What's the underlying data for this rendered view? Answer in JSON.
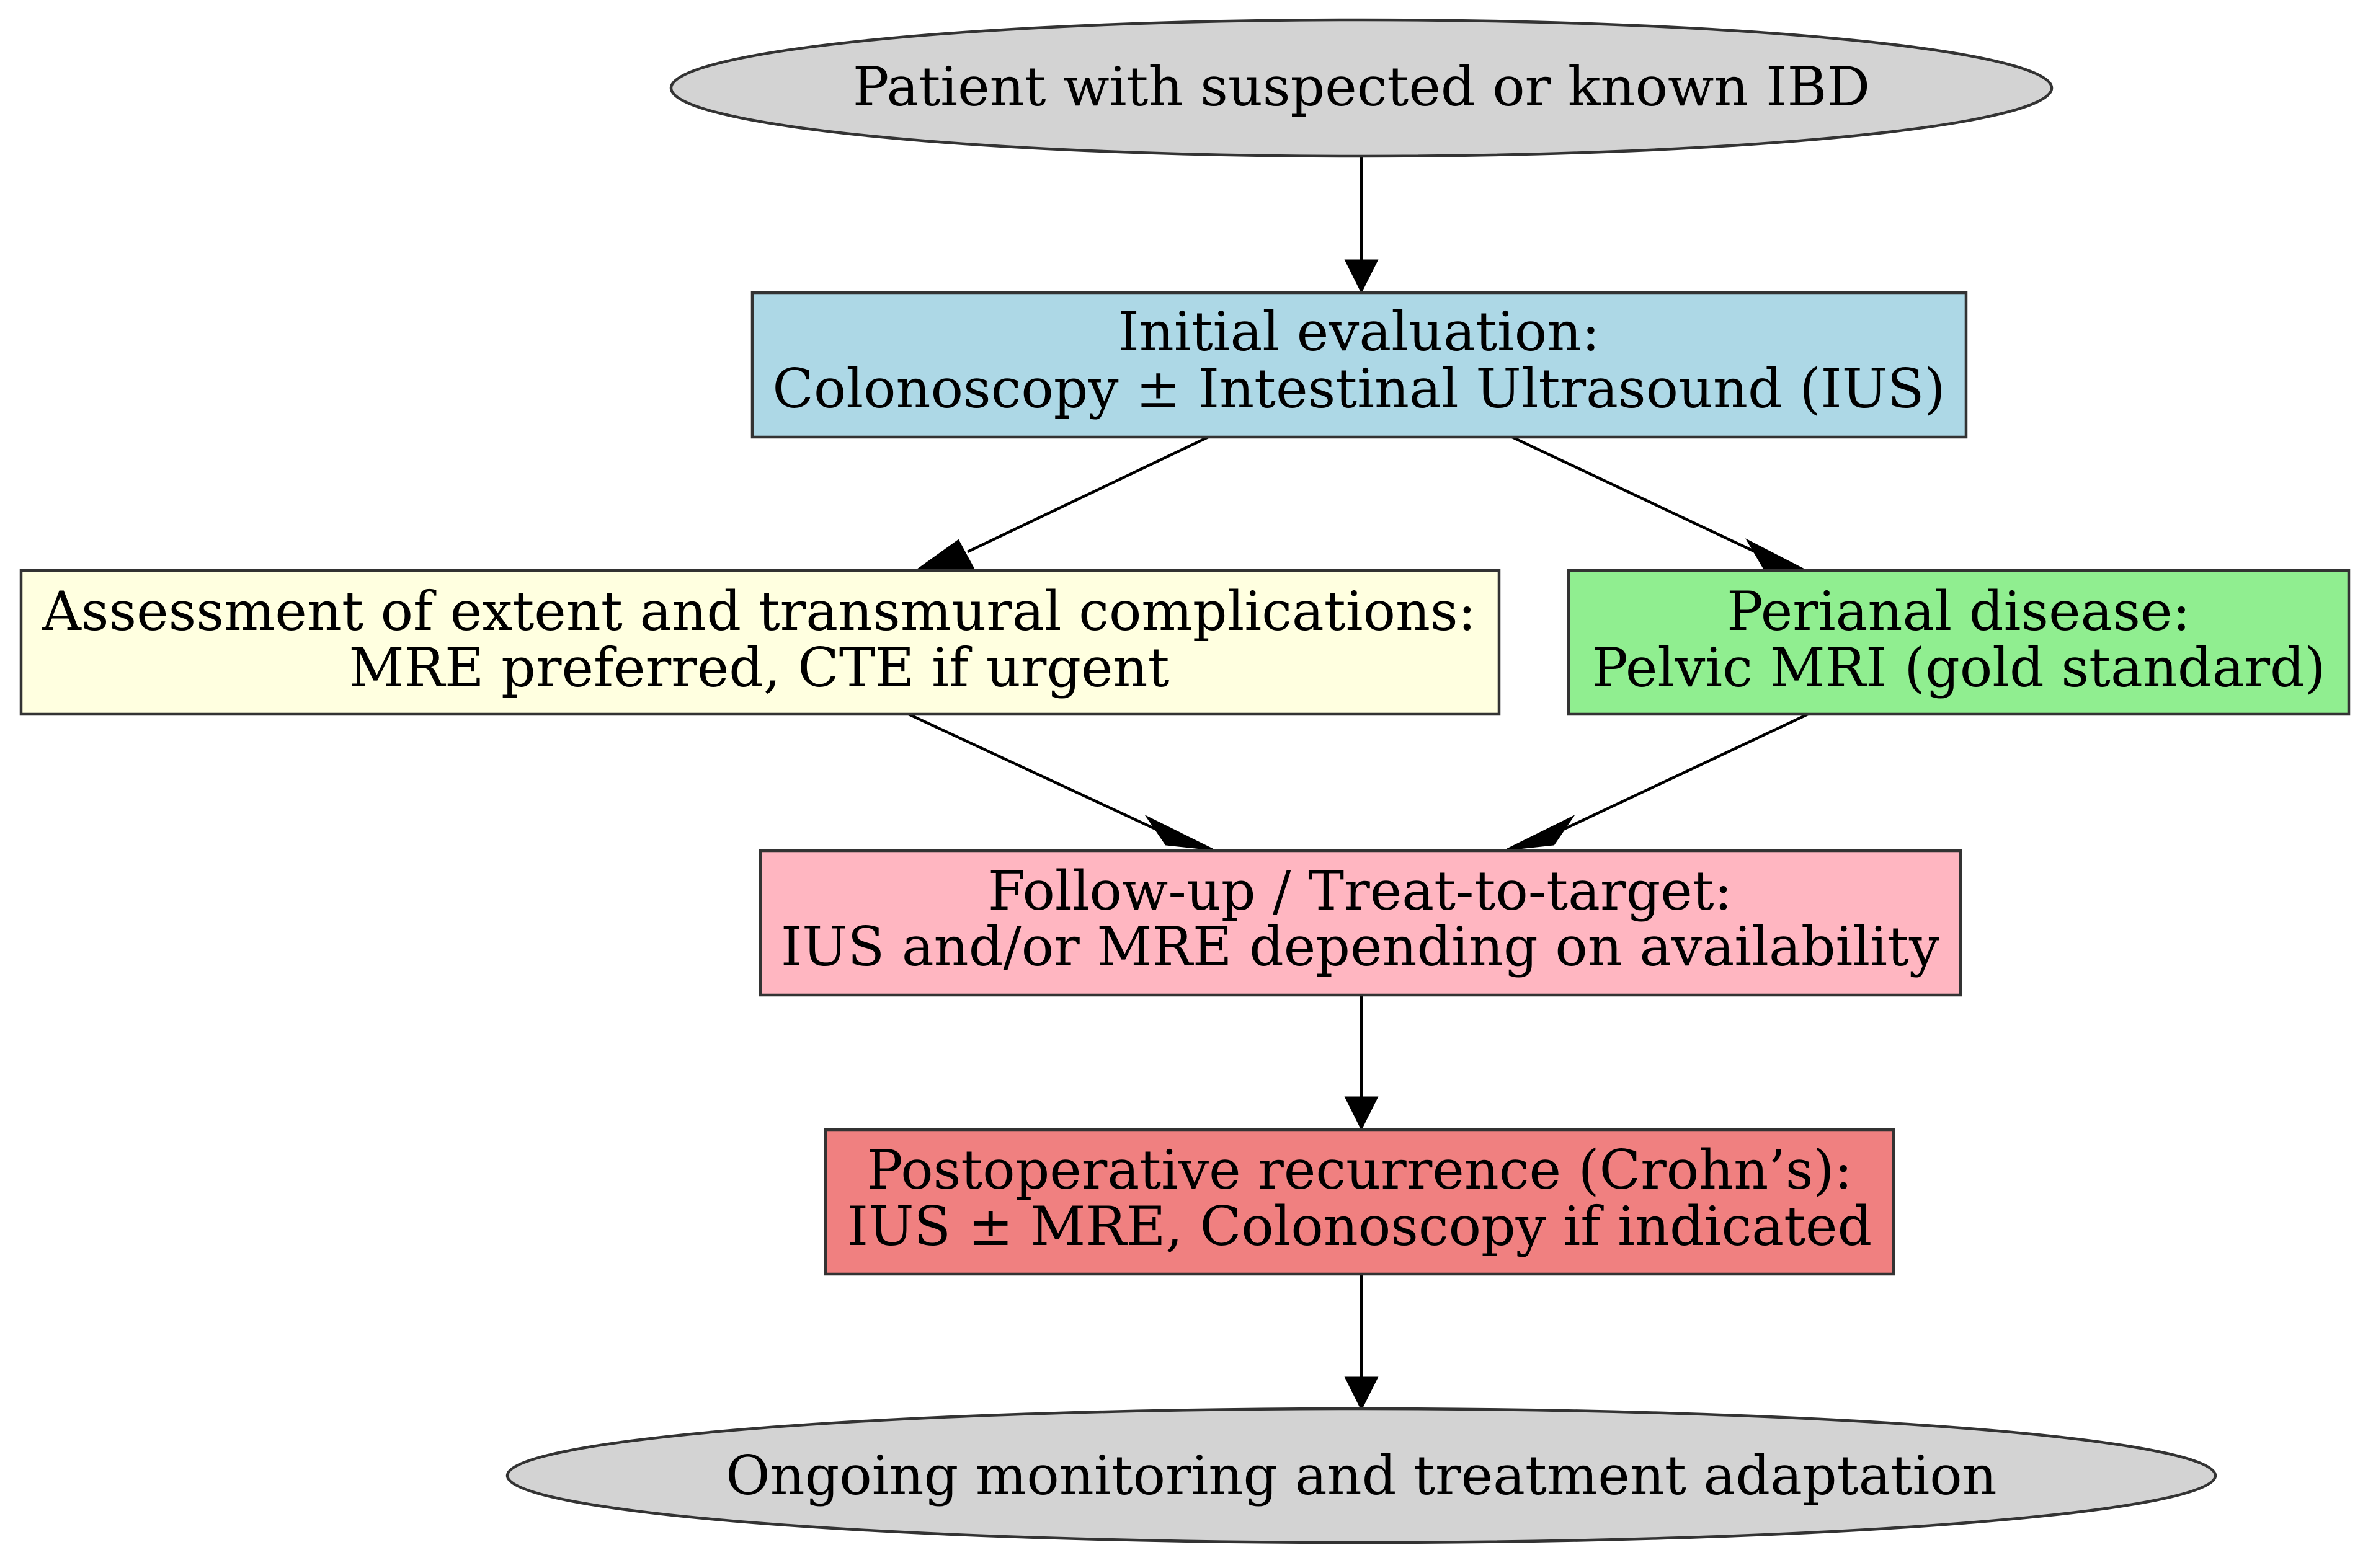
{
  "colors": {
    "start_end_fill": "#d3d3d3",
    "initial_fill": "#add8e6",
    "assessment_fill": "#ffffe0",
    "perianal_fill": "#90ee90",
    "followup_fill": "#ffb6c1",
    "postop_fill": "#f08080"
  },
  "nodes": {
    "start": {
      "line1": "Patient with suspected or known IBD"
    },
    "initial": {
      "line1": "Initial evaluation:",
      "line2": "Colonoscopy ± Intestinal Ultrasound (IUS)"
    },
    "assessment": {
      "line1": "Assessment of extent and transmural complications:",
      "line2": "MRE preferred, CTE if urgent"
    },
    "perianal": {
      "line1": "Perianal disease:",
      "line2": "Pelvic MRI (gold standard)"
    },
    "followup": {
      "line1": "Follow-up / Treat-to-target:",
      "line2": "IUS and/or MRE depending on availability"
    },
    "postop": {
      "line1": "Postoperative recurrence (Crohn’s):",
      "line2": "IUS ± MRE, Colonoscopy if indicated"
    },
    "end": {
      "line1": "Ongoing monitoring and treatment adaptation"
    }
  }
}
